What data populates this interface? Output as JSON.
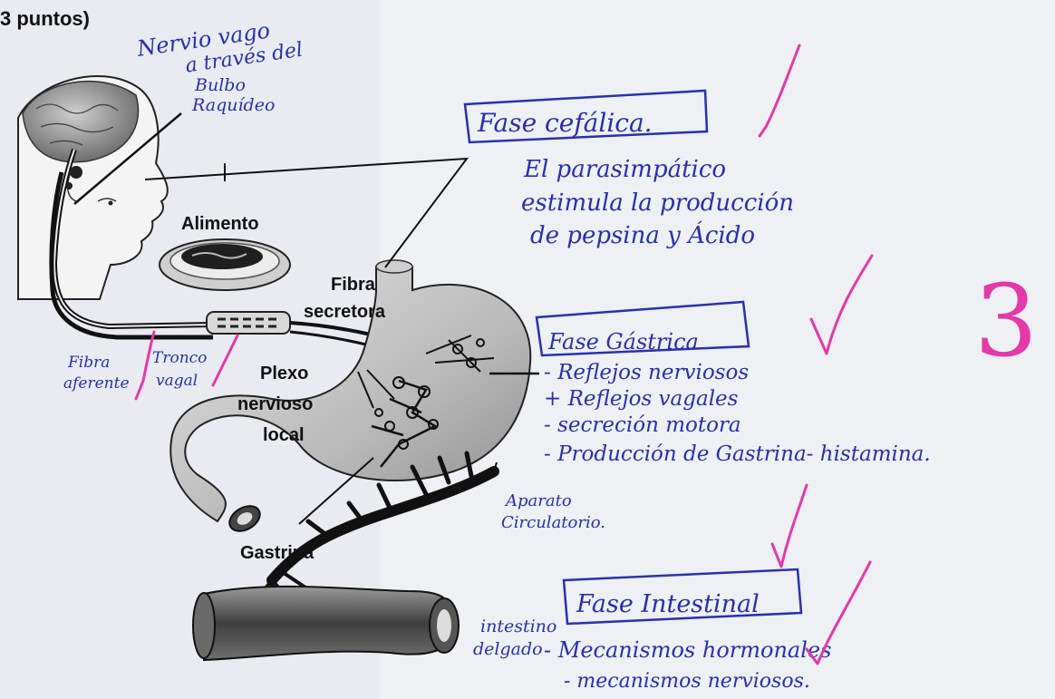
{
  "colors": {
    "paper": "#eef0f3",
    "pen": "#2a2fb0",
    "grade_ink": "#e23aa8",
    "print": "#111111"
  },
  "header": {
    "points_text": "3 puntos)"
  },
  "anatomy_labels": {
    "alimento": "Alimento",
    "fibra": "Fibra",
    "secretora": "secretora",
    "plexo": "Plexo",
    "nervioso": "nervioso",
    "local": "local",
    "gastrina": "Gastrina"
  },
  "handwritten": {
    "nervio_line1": "Nervio vago",
    "nervio_line2": "a través del",
    "bulbo_line1": "Bulbo",
    "bulbo_line2": "Raquídeo",
    "fibra_aferente_line1": "Fibra",
    "fibra_aferente_line2": "aferente",
    "tronco_line1": "Tronco",
    "tronco_line2": "vagal",
    "cefalica_title": "Fase cefálica.",
    "cefalica_line1": "El parasimpático",
    "cefalica_line2": "estimula la producción",
    "cefalica_line3": "de pepsina y Ácido",
    "gastrica_title": "Fase Gástrica",
    "gastrica_item1": "- Reflejos nerviosos",
    "gastrica_item2": "+ Reflejos vagales",
    "gastrica_item3": "- secreción motora",
    "gastrica_item4": "- Producción de Gastrina- histamina.",
    "aparato_line1": "Aparato",
    "aparato_line2": "Circulatorio.",
    "intestinal_title": "Fase Intestinal",
    "intestino_line1": "intestino",
    "intestino_line2": "delgado",
    "intestinal_item1": "- Mecanismos hormonales",
    "intestinal_item2": "- mecanismos nerviosos."
  },
  "grade": {
    "score": "3"
  }
}
